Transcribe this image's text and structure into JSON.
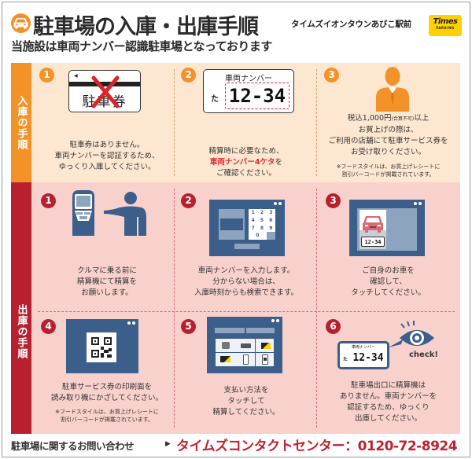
{
  "header": {
    "icon": "car-icon",
    "title": "駐車場の入庫・出庫手順",
    "store": "タイムズイオンタウンあびこ駅前",
    "subtitle": "当施設は車両ナンバー認識駐車場となっております",
    "logo": {
      "main": "Times",
      "sub": "PARKING",
      "color": "#ffd100"
    }
  },
  "colors": {
    "entry_accent": "#f39229",
    "entry_bg": "#fde7d0",
    "exit_accent": "#b8202f",
    "exit_bg": "#f9d1cc",
    "screen_blue": "#3c5e8a",
    "highlight_red": "#e6262b"
  },
  "entry": {
    "side_label": "入庫の手順",
    "steps": [
      {
        "number": "1",
        "icon": "no-parking-ticket-icon",
        "ticket_label": "駐車券",
        "lines": [
          "駐車券はありません。",
          "車両ナンバーを認証するため、",
          "ゆっくり入庫してください。"
        ]
      },
      {
        "number": "2",
        "icon": "license-plate-icon",
        "plate": {
          "header": "車両ナンバー",
          "kana": "た",
          "number": "12-34"
        },
        "lines": [
          "精算時に必要なため、",
          "車両ナンバー4ケタ",
          "を",
          "ご確認ください。"
        ]
      },
      {
        "number": "3",
        "icon": "staff-person-icon",
        "lines": [
          "税込1,000円",
          "(合算不可)",
          "以上",
          "お買上げの際は、",
          "ご利用の店舗にて駐車サービス券を",
          "お受け取りください。"
        ],
        "note": [
          "※フードスタイルは、お買上げレシートに",
          "割引バーコードが掲載されています。"
        ]
      }
    ]
  },
  "exit": {
    "side_label": "出庫の手順",
    "steps": [
      {
        "number": "1",
        "icon": "payment-machine-person-icon",
        "lines": [
          "クルマに乗る前に",
          "精算機にて精算を",
          "お願いします。"
        ]
      },
      {
        "number": "2",
        "icon": "keypad-screen-icon",
        "keypad": [
          "1",
          "2",
          "3",
          "4",
          "5",
          "6",
          "7",
          "8",
          "9",
          "0"
        ],
        "lines": [
          "車両ナンバーを入力します。",
          "分からない場合は、",
          "入庫時刻からも検索できます。"
        ]
      },
      {
        "number": "3",
        "icon": "car-select-screen-icon",
        "mini_plate": "12-34",
        "lines": [
          "ご自身のお車を",
          "確認して、",
          "タッチしてください。"
        ]
      },
      {
        "number": "4",
        "icon": "qr-code-screen-icon",
        "lines": [
          "駐車サービス券の印刷面を",
          "読み取り機にかざしてください。"
        ],
        "note": [
          "※フードスタイルは、お買上げレシートに",
          "割引バーコードが掲載されています。"
        ]
      },
      {
        "number": "5",
        "icon": "payment-method-screen-icon",
        "lines": [
          "支払い方法を",
          "タッチして",
          "精算してください。"
        ]
      },
      {
        "number": "6",
        "icon": "eye-check-plate-icon",
        "plate": {
          "header": "車両ナンバー",
          "kana": "た",
          "number": "12-34"
        },
        "check_label": "check!",
        "lines": [
          "駐車場出口に精算機は",
          "ありません。車両ナンバーを",
          "認証するため、ゆっくり",
          "出庫してください。"
        ]
      }
    ]
  },
  "footer": {
    "inquiry": "駐車場に関するお問い合わせ",
    "arrow": "▶",
    "contact": "タイムズコンタクトセンター：0120-72-8924"
  }
}
